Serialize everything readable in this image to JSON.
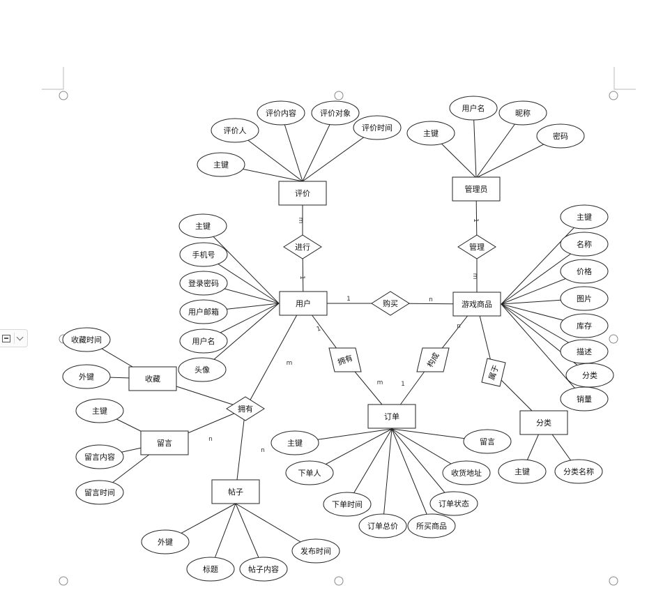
{
  "diagram": {
    "entities": [
      {
        "id": "pingjia",
        "label": "评价"
      },
      {
        "id": "guanliyuan",
        "label": "管理员"
      },
      {
        "id": "yonghu",
        "label": "用户"
      },
      {
        "id": "youxishangpin",
        "label": "游戏商品"
      },
      {
        "id": "shoucang",
        "label": "收藏"
      },
      {
        "id": "liuyan",
        "label": "留言"
      },
      {
        "id": "dingdan",
        "label": "订单"
      },
      {
        "id": "fenlei",
        "label": "分类"
      },
      {
        "id": "tiezi",
        "label": "帖子"
      }
    ],
    "relationships": [
      {
        "id": "jinxing",
        "label": "进行"
      },
      {
        "id": "guanli",
        "label": "管理"
      },
      {
        "id": "goumai",
        "label": "购买"
      },
      {
        "id": "yongyou1",
        "label": "拥有"
      },
      {
        "id": "goucheng",
        "label": "构成"
      },
      {
        "id": "shuyu",
        "label": "属于"
      },
      {
        "id": "yongyou2",
        "label": "拥有"
      }
    ],
    "attributes": [
      {
        "id": "pj_pjr",
        "label": "评价人"
      },
      {
        "id": "pj_nr",
        "label": "评价内容"
      },
      {
        "id": "pj_dx",
        "label": "评价对象"
      },
      {
        "id": "pj_sj",
        "label": "评价时间"
      },
      {
        "id": "pj_zj",
        "label": "主键"
      },
      {
        "id": "gl_yhm",
        "label": "用户名"
      },
      {
        "id": "gl_nc",
        "label": "昵称"
      },
      {
        "id": "gl_zj",
        "label": "主键"
      },
      {
        "id": "gl_mm",
        "label": "密码"
      },
      {
        "id": "yh_zj",
        "label": "主键"
      },
      {
        "id": "yh_sjh",
        "label": "手机号"
      },
      {
        "id": "yh_dlmm",
        "label": "登录密码"
      },
      {
        "id": "yh_yx",
        "label": "用户邮箱"
      },
      {
        "id": "yh_yhm",
        "label": "用户名"
      },
      {
        "id": "yh_tx",
        "label": "头像"
      },
      {
        "id": "sp_zj",
        "label": "主键"
      },
      {
        "id": "sp_mc",
        "label": "名称"
      },
      {
        "id": "sp_jg",
        "label": "价格"
      },
      {
        "id": "sp_tp",
        "label": "图片"
      },
      {
        "id": "sp_kc",
        "label": "库存"
      },
      {
        "id": "sp_ms",
        "label": "描述"
      },
      {
        "id": "sp_fl",
        "label": "分类"
      },
      {
        "id": "sp_xl",
        "label": "销量"
      },
      {
        "id": "sc_sj",
        "label": "收藏时间"
      },
      {
        "id": "sc_wj",
        "label": "外键"
      },
      {
        "id": "ly_zj",
        "label": "主键"
      },
      {
        "id": "ly_nr",
        "label": "留言内容"
      },
      {
        "id": "ly_sj",
        "label": "留言时间"
      },
      {
        "id": "dd_zj",
        "label": "主键"
      },
      {
        "id": "dd_xdr",
        "label": "下单人"
      },
      {
        "id": "dd_xdsj",
        "label": "下单时间"
      },
      {
        "id": "dd_zj2",
        "label": "订单总价"
      },
      {
        "id": "dd_sm",
        "label": "所买商品"
      },
      {
        "id": "dd_zt",
        "label": "订单状态"
      },
      {
        "id": "dd_dz",
        "label": "收货地址"
      },
      {
        "id": "dd_ly",
        "label": "留言"
      },
      {
        "id": "fl_zj",
        "label": "主键"
      },
      {
        "id": "fl_mc",
        "label": "分类名称"
      },
      {
        "id": "tz_wj",
        "label": "外键"
      },
      {
        "id": "tz_bt",
        "label": "标题"
      },
      {
        "id": "tz_nr",
        "label": "帖子内容"
      },
      {
        "id": "tz_sj",
        "label": "发布时间"
      }
    ],
    "cardinalities": [
      {
        "id": "c_jx_pj",
        "label": "m"
      },
      {
        "id": "c_jx_yh",
        "label": "1"
      },
      {
        "id": "c_gl_gly",
        "label": "1"
      },
      {
        "id": "c_gl_sp",
        "label": "m"
      },
      {
        "id": "c_gm_yh",
        "label": "1"
      },
      {
        "id": "c_gm_sp",
        "label": "n"
      },
      {
        "id": "c_yy1_yh",
        "label": "1"
      },
      {
        "id": "c_yy1_dd",
        "label": "m"
      },
      {
        "id": "c_gc_dd",
        "label": "1"
      },
      {
        "id": "c_gc_sp",
        "label": "n"
      },
      {
        "id": "c_yy2_yh",
        "label": "m"
      },
      {
        "id": "c_yy2_ly",
        "label": "n"
      },
      {
        "id": "c_yy2_tz",
        "label": "n"
      }
    ]
  }
}
